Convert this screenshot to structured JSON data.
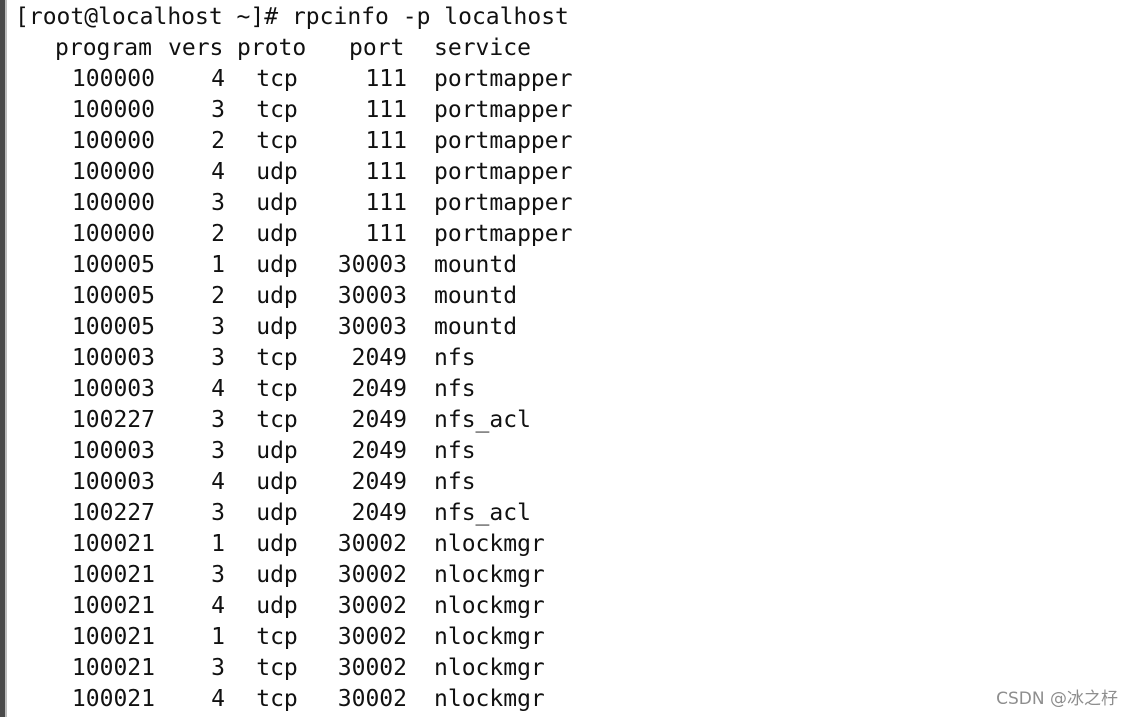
{
  "prompt": "[root@localhost ~]# rpcinfo -p localhost",
  "headers": {
    "program": "program",
    "vers": "vers",
    "proto": "proto",
    "port": "port",
    "service": "service"
  },
  "rows": [
    {
      "program": "100000",
      "vers": "4",
      "proto": "tcp",
      "port": "111",
      "service": "portmapper"
    },
    {
      "program": "100000",
      "vers": "3",
      "proto": "tcp",
      "port": "111",
      "service": "portmapper"
    },
    {
      "program": "100000",
      "vers": "2",
      "proto": "tcp",
      "port": "111",
      "service": "portmapper"
    },
    {
      "program": "100000",
      "vers": "4",
      "proto": "udp",
      "port": "111",
      "service": "portmapper"
    },
    {
      "program": "100000",
      "vers": "3",
      "proto": "udp",
      "port": "111",
      "service": "portmapper"
    },
    {
      "program": "100000",
      "vers": "2",
      "proto": "udp",
      "port": "111",
      "service": "portmapper"
    },
    {
      "program": "100005",
      "vers": "1",
      "proto": "udp",
      "port": "30003",
      "service": "mountd"
    },
    {
      "program": "100005",
      "vers": "2",
      "proto": "udp",
      "port": "30003",
      "service": "mountd"
    },
    {
      "program": "100005",
      "vers": "3",
      "proto": "udp",
      "port": "30003",
      "service": "mountd"
    },
    {
      "program": "100003",
      "vers": "3",
      "proto": "tcp",
      "port": "2049",
      "service": "nfs"
    },
    {
      "program": "100003",
      "vers": "4",
      "proto": "tcp",
      "port": "2049",
      "service": "nfs"
    },
    {
      "program": "100227",
      "vers": "3",
      "proto": "tcp",
      "port": "2049",
      "service": "nfs_acl"
    },
    {
      "program": "100003",
      "vers": "3",
      "proto": "udp",
      "port": "2049",
      "service": "nfs"
    },
    {
      "program": "100003",
      "vers": "4",
      "proto": "udp",
      "port": "2049",
      "service": "nfs"
    },
    {
      "program": "100227",
      "vers": "3",
      "proto": "udp",
      "port": "2049",
      "service": "nfs_acl"
    },
    {
      "program": "100021",
      "vers": "1",
      "proto": "udp",
      "port": "30002",
      "service": "nlockmgr"
    },
    {
      "program": "100021",
      "vers": "3",
      "proto": "udp",
      "port": "30002",
      "service": "nlockmgr"
    },
    {
      "program": "100021",
      "vers": "4",
      "proto": "udp",
      "port": "30002",
      "service": "nlockmgr"
    },
    {
      "program": "100021",
      "vers": "1",
      "proto": "tcp",
      "port": "30002",
      "service": "nlockmgr"
    },
    {
      "program": "100021",
      "vers": "3",
      "proto": "tcp",
      "port": "30002",
      "service": "nlockmgr"
    },
    {
      "program": "100021",
      "vers": "4",
      "proto": "tcp",
      "port": "30002",
      "service": "nlockmgr"
    }
  ],
  "watermark": "CSDN @冰之杍"
}
